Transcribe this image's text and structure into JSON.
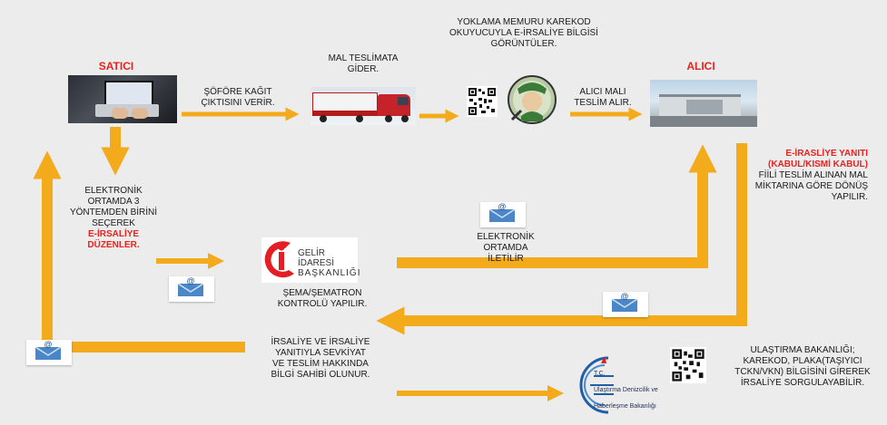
{
  "colors": {
    "arrow": "#f3aa1b",
    "red": "#e8231f",
    "bg": "#ececec"
  },
  "nodes": {
    "seller": {
      "label": "SATICI"
    },
    "buyer": {
      "label": "ALICI"
    },
    "gib": {
      "line1": "GELİR İDARESİ",
      "line2": "BAŞKANLIĞI"
    },
    "ministry": {
      "line1": "T.C.",
      "line2": "Ulaştırma Denizcilik ve",
      "line3": "Haberleşme Bakanlığı"
    }
  },
  "texts": {
    "driver_print": "ŞÖFÖRE KAĞIT ÇIKTISINI VERİR.",
    "goods_delivery": [
      "MAL TESLİMATA",
      "GİDER."
    ],
    "inspector": [
      "YOKLAMA MEMURU KAREKOD",
      "OKUYUCUYLA E-İRSALİYE BİLGİSİ",
      "GÖRÜNTÜLER."
    ],
    "buyer_receives": [
      "ALICI MALI",
      "TESLİM ALIR."
    ],
    "response_title": [
      "E-İRASLİYE YANITI",
      "(KABUL/KISMİ KABUL)"
    ],
    "response_body": [
      "FİİLİ TESLİM ALINAN MAL",
      "MİKTARINA GÖRE DÖNÜŞ",
      "YAPILIR."
    ],
    "electronic_left": [
      "ELEKTRONİK",
      "ORTAMDA 3",
      "YÖNTEMDEN BİRİNİ",
      "SEÇEREK"
    ],
    "electronic_left_red": [
      "E-İRSALİYE",
      "DÜZENLER."
    ],
    "transmitted": [
      "ELEKTRONİK ORTAMDA",
      "İLETİLİR"
    ],
    "schema_check": [
      "ŞEMA/ŞEMATRON",
      "KONTROLÜ YAPILIR."
    ],
    "informed": [
      "İRSALİYE VE İRSALİYE",
      "YANITIYLA SEVKİYAT",
      "VE TESLİM HAKKINDA",
      "BİLGİ SAHİBİ OLUNUR."
    ],
    "ministry_query": [
      "ULAŞTIRMA BAKANLIĞI;",
      "KAREKOD, PLAKA(TAŞIYICI",
      "TCKN/VKN) BİLGİSİNİ GİREREK",
      "İRSALİYE SORGULAYABİLİR."
    ]
  }
}
